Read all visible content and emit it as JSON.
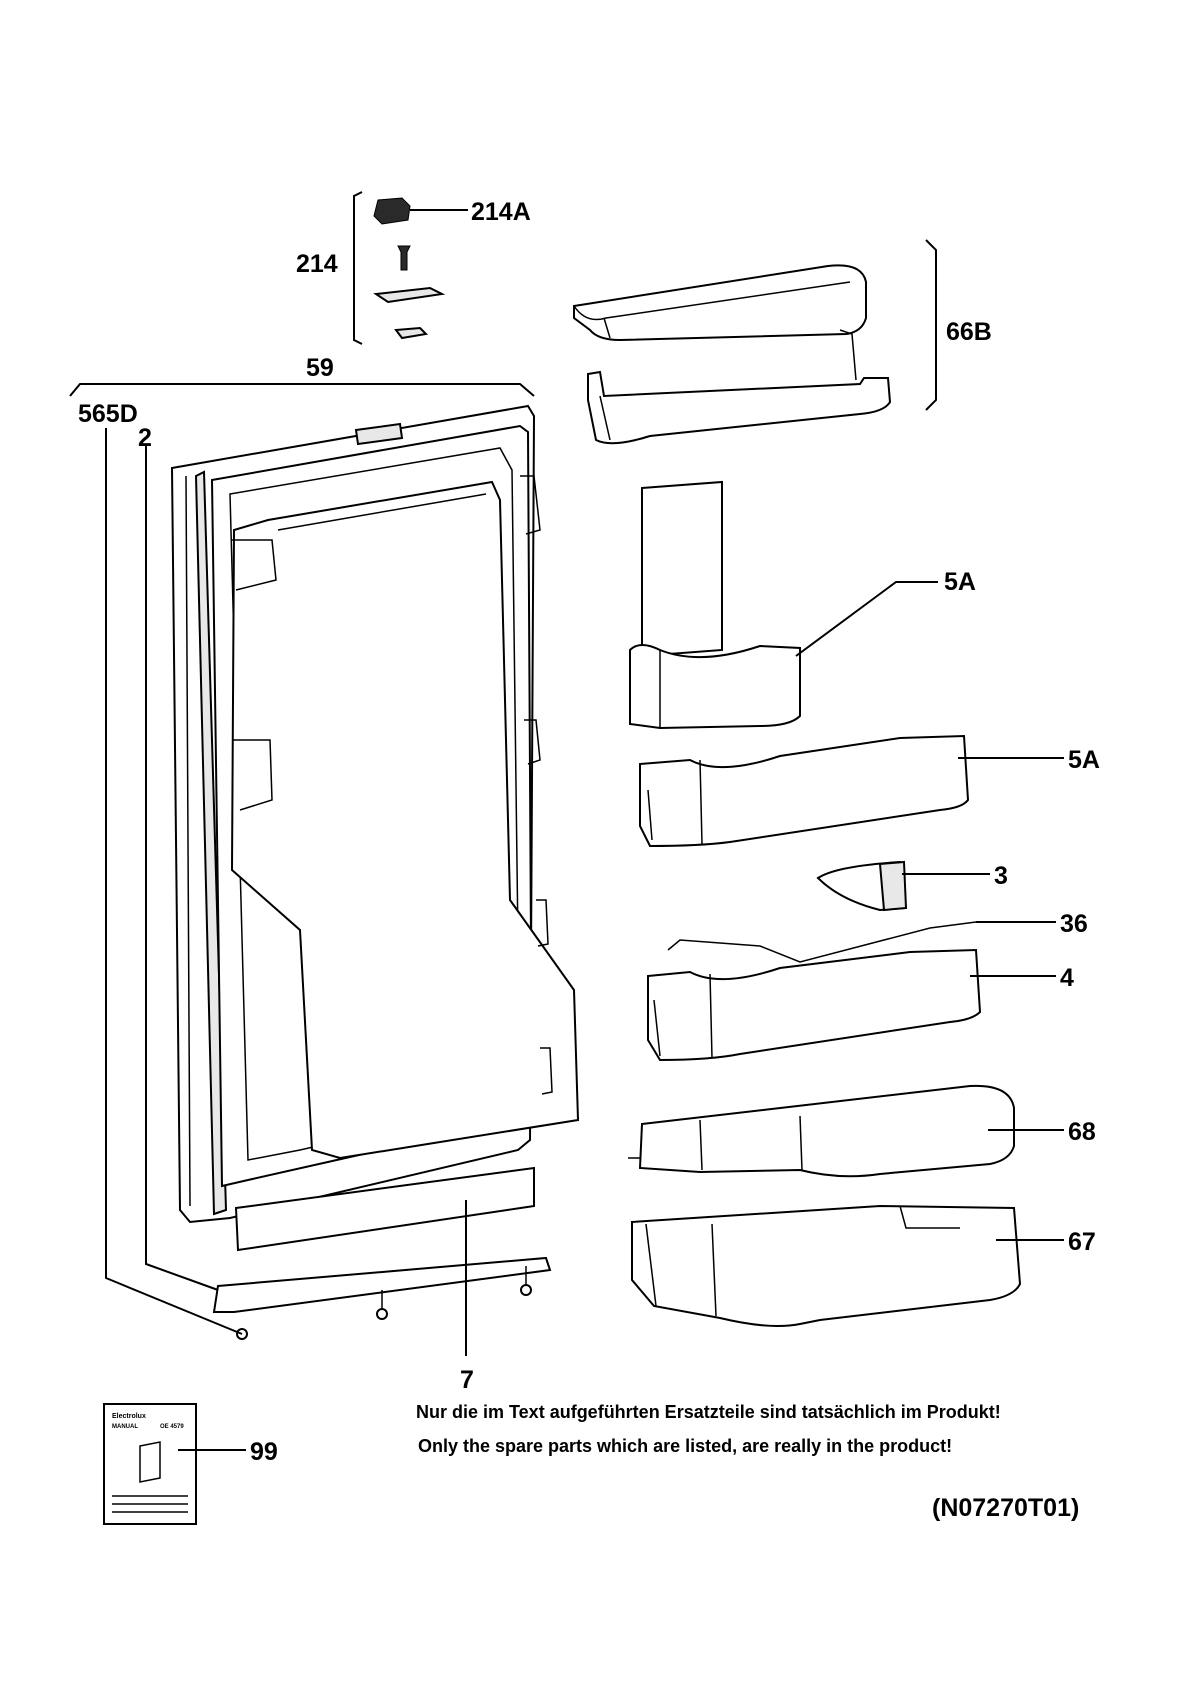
{
  "labels": {
    "p214A": "214A",
    "p214": "214",
    "p66B": "66B",
    "p59": "59",
    "p565D": "565D",
    "p2": "2",
    "p5A_top": "5A",
    "p5A_mid": "5A",
    "p3": "3",
    "p36": "36",
    "p4": "4",
    "p68": "68",
    "p67": "67",
    "p7": "7",
    "p99": "99"
  },
  "notes": {
    "german": "Nur die im Text aufgeführten Ersatzteile sind tatsächlich im Produkt!",
    "english": "Only the spare parts which are listed, are really in the product!"
  },
  "diagram_code": "(N07270T01)",
  "manual_card": {
    "brand": "Electrolux",
    "line1": "MANUAL",
    "line2": "OE 4579"
  }
}
